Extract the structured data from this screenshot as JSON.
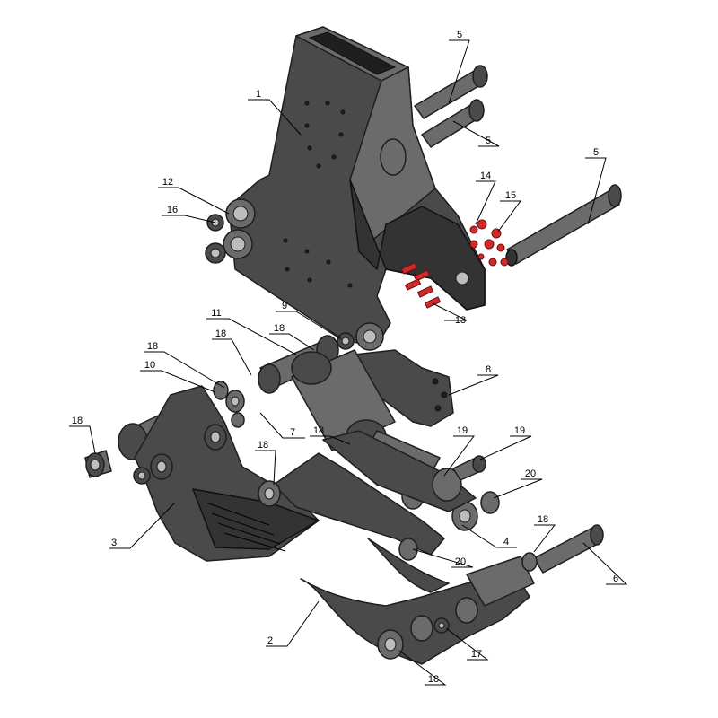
{
  "callouts": [
    {
      "id": "c1",
      "text": "1"
    },
    {
      "id": "c2",
      "text": "2"
    },
    {
      "id": "c3",
      "text": "3"
    },
    {
      "id": "c4",
      "text": "4"
    },
    {
      "id": "c5a",
      "text": "5"
    },
    {
      "id": "c5b",
      "text": "5"
    },
    {
      "id": "c5c",
      "text": "5"
    },
    {
      "id": "c6",
      "text": "6"
    },
    {
      "id": "c7",
      "text": "7"
    },
    {
      "id": "c8",
      "text": "8"
    },
    {
      "id": "c9",
      "text": "9"
    },
    {
      "id": "c10",
      "text": "10"
    },
    {
      "id": "c11",
      "text": "11"
    },
    {
      "id": "c12",
      "text": "12"
    },
    {
      "id": "c13",
      "text": "13"
    },
    {
      "id": "c14",
      "text": "14"
    },
    {
      "id": "c15",
      "text": "15"
    },
    {
      "id": "c16",
      "text": "16"
    },
    {
      "id": "c17",
      "text": "17"
    },
    {
      "id": "c18a",
      "text": "18"
    },
    {
      "id": "c18b",
      "text": "18"
    },
    {
      "id": "c18c",
      "text": "18"
    },
    {
      "id": "c18d",
      "text": "18"
    },
    {
      "id": "c18e",
      "text": "18"
    },
    {
      "id": "c18f",
      "text": "18"
    },
    {
      "id": "c18g",
      "text": "18"
    },
    {
      "id": "c18h",
      "text": "18"
    },
    {
      "id": "c19a",
      "text": "19"
    },
    {
      "id": "c19b",
      "text": "19"
    },
    {
      "id": "c20a",
      "text": "20"
    },
    {
      "id": "c20b",
      "text": "20"
    }
  ],
  "colors": {
    "part": "#4a4a4a",
    "hardware_highlight": "#d22a2a",
    "background": "#ffffff"
  }
}
